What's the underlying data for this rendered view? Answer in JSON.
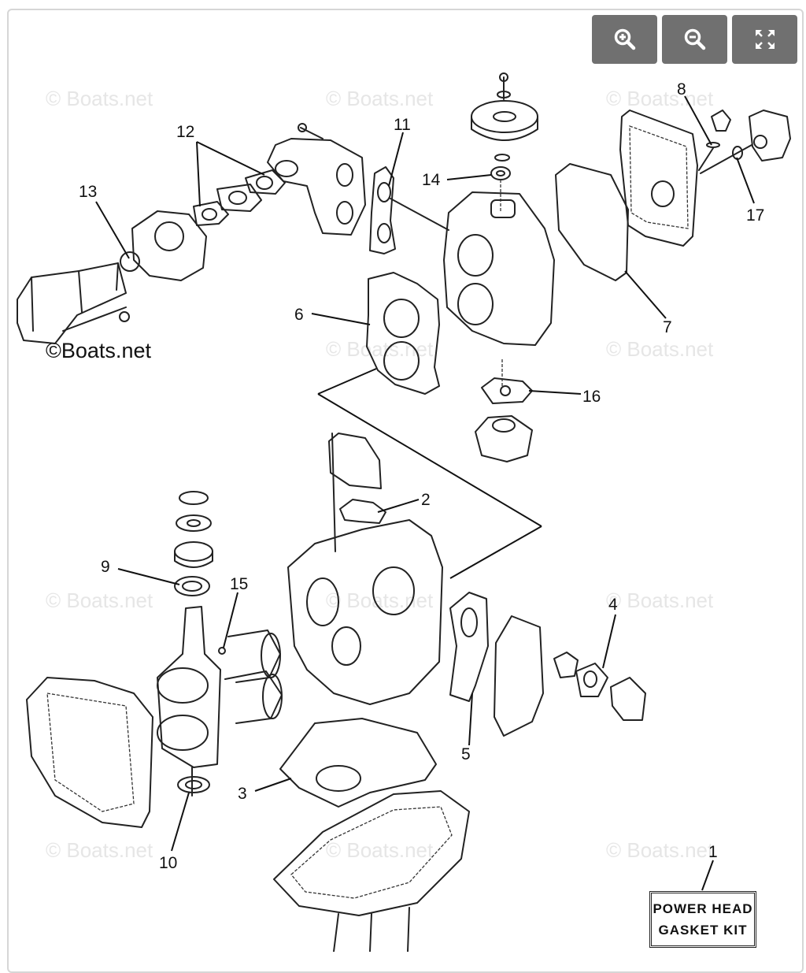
{
  "toolbar": {
    "buttons": [
      {
        "name": "zoom-in",
        "icon": "zoom-in-icon"
      },
      {
        "name": "zoom-out",
        "icon": "zoom-out-icon"
      },
      {
        "name": "fullscreen",
        "icon": "expand-icon"
      }
    ],
    "button_color": "#707070"
  },
  "diagram": {
    "watermark": "© Boats.net",
    "logo_text": "©Boats.net",
    "kit_label": {
      "line1": "POWER HEAD",
      "line2": "GASKET KIT"
    },
    "callouts": [
      "1",
      "2",
      "3",
      "4",
      "5",
      "6",
      "7",
      "8",
      "9",
      "10",
      "11",
      "12",
      "13",
      "14",
      "15",
      "16",
      "17"
    ]
  }
}
